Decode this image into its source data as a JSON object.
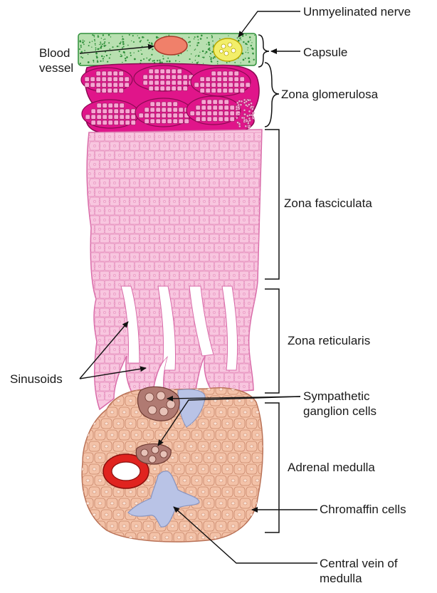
{
  "labels": {
    "unmyelinated_nerve": "Unmyelinated nerve",
    "blood_vessel": "Blood\nvessel",
    "capsule": "Capsule",
    "zona_glomerulosa": "Zona glomerulosa",
    "zona_fasciculata": "Zona fasciculata",
    "zona_reticularis": "Zona reticularis",
    "sinusoids": "Sinusoids",
    "sympathetic_ganglion_cells": "Sympathetic\nganglion cells",
    "adrenal_medulla": "Adrenal medulla",
    "chromaffin_cells": "Chromaffin cells",
    "central_vein_of_medulla": "Central vein of\nmedulla"
  },
  "colors": {
    "capsule_fill": "#b8e0b0",
    "capsule_dots": "#2f8f3a",
    "blood_vessel_fill": "#f0806a",
    "nerve_fill": "#f2ee6a",
    "glomerulosa_fill": "#e0158a",
    "glomerulosa_cells": "#f6a6d2",
    "fasciculata_fill": "#f8c6df",
    "fasciculata_lines": "#e58fbd",
    "medulla_fill": "#f3c2a8",
    "medulla_lines": "#c9876a",
    "vein_fill": "#b9c3e6",
    "ganglion_fill": "#b07a72",
    "vessel_ring": "#e0231f"
  }
}
